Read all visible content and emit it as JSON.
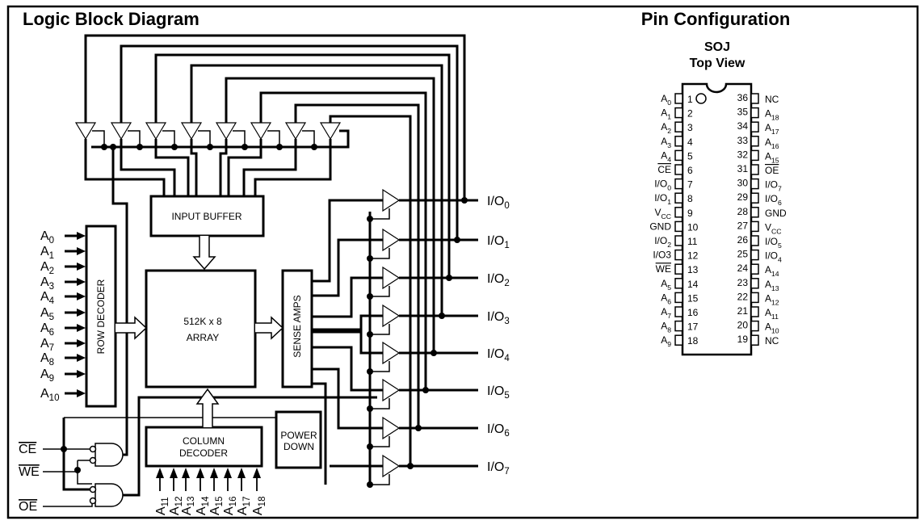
{
  "logic": {
    "title": "Logic Block Diagram",
    "blocks": {
      "input_buffer": "INPUT BUFFER",
      "array_line1": "512K x 8",
      "array_line2": "ARRAY",
      "row_decoder": "ROW DECODER",
      "sense_amps": "SENSE AMPS",
      "column_decoder_line1": "COLUMN",
      "column_decoder_line2": "DECODER",
      "power_down_line1": "POWER",
      "power_down_line2": "DOWN"
    },
    "row_address_inputs": [
      {
        "base": "A",
        "sub": "0"
      },
      {
        "base": "A",
        "sub": "1"
      },
      {
        "base": "A",
        "sub": "2"
      },
      {
        "base": "A",
        "sub": "3"
      },
      {
        "base": "A",
        "sub": "4"
      },
      {
        "base": "A",
        "sub": "5"
      },
      {
        "base": "A",
        "sub": "6"
      },
      {
        "base": "A",
        "sub": "7"
      },
      {
        "base": "A",
        "sub": "8"
      },
      {
        "base": "A",
        "sub": "9"
      },
      {
        "base": "A",
        "sub": "10"
      }
    ],
    "column_address_inputs": [
      {
        "base": "A",
        "sub": "11"
      },
      {
        "base": "A",
        "sub": "12"
      },
      {
        "base": "A",
        "sub": "13"
      },
      {
        "base": "A",
        "sub": "14"
      },
      {
        "base": "A",
        "sub": "15"
      },
      {
        "base": "A",
        "sub": "16"
      },
      {
        "base": "A",
        "sub": "17"
      },
      {
        "base": "A",
        "sub": "18"
      }
    ],
    "control_inputs": [
      {
        "label": "CE",
        "active_low": true
      },
      {
        "label": "WE",
        "active_low": true
      },
      {
        "label": "OE",
        "active_low": true
      }
    ],
    "io_outputs": [
      {
        "base": "I/O",
        "sub": "0"
      },
      {
        "base": "I/O",
        "sub": "1"
      },
      {
        "base": "I/O",
        "sub": "2"
      },
      {
        "base": "I/O",
        "sub": "3"
      },
      {
        "base": "I/O",
        "sub": "4"
      },
      {
        "base": "I/O",
        "sub": "5"
      },
      {
        "base": "I/O",
        "sub": "6"
      },
      {
        "base": "I/O",
        "sub": "7"
      }
    ]
  },
  "pins": {
    "title": "Pin Configuration",
    "package": "SOJ",
    "view": "Top View",
    "left": [
      {
        "num": "1",
        "base": "A",
        "sub": "0"
      },
      {
        "num": "2",
        "base": "A",
        "sub": "1"
      },
      {
        "num": "3",
        "base": "A",
        "sub": "2"
      },
      {
        "num": "4",
        "base": "A",
        "sub": "3"
      },
      {
        "num": "5",
        "base": "A",
        "sub": "4"
      },
      {
        "num": "6",
        "base": "CE",
        "sub": "",
        "overline": true
      },
      {
        "num": "7",
        "base": "I/O",
        "sub": "0"
      },
      {
        "num": "8",
        "base": "I/O",
        "sub": "1"
      },
      {
        "num": "9",
        "base": "V",
        "sub": "CC"
      },
      {
        "num": "10",
        "base": "GND",
        "sub": ""
      },
      {
        "num": "11",
        "base": "I/O",
        "sub": "2"
      },
      {
        "num": "12",
        "base": "I/O3",
        "sub": ""
      },
      {
        "num": "13",
        "base": "WE",
        "sub": "",
        "overline": true
      },
      {
        "num": "14",
        "base": "A",
        "sub": "5"
      },
      {
        "num": "15",
        "base": "A",
        "sub": "6"
      },
      {
        "num": "16",
        "base": "A",
        "sub": "7"
      },
      {
        "num": "17",
        "base": "A",
        "sub": "8"
      },
      {
        "num": "18",
        "base": "A",
        "sub": "9"
      }
    ],
    "right": [
      {
        "num": "36",
        "base": "NC",
        "sub": ""
      },
      {
        "num": "35",
        "base": "A",
        "sub": "18"
      },
      {
        "num": "34",
        "base": "A",
        "sub": "17"
      },
      {
        "num": "33",
        "base": "A",
        "sub": "16"
      },
      {
        "num": "32",
        "base": "A",
        "sub": "15"
      },
      {
        "num": "31",
        "base": "OE",
        "sub": "",
        "overline": true
      },
      {
        "num": "30",
        "base": "I/O",
        "sub": "7"
      },
      {
        "num": "29",
        "base": "I/O",
        "sub": "6"
      },
      {
        "num": "28",
        "base": "GND",
        "sub": ""
      },
      {
        "num": "27",
        "base": "V",
        "sub": "CC"
      },
      {
        "num": "26",
        "base": "I/O",
        "sub": "5"
      },
      {
        "num": "25",
        "base": "I/O",
        "sub": "4"
      },
      {
        "num": "24",
        "base": "A",
        "sub": "14"
      },
      {
        "num": "23",
        "base": "A",
        "sub": "13"
      },
      {
        "num": "22",
        "base": "A",
        "sub": "12"
      },
      {
        "num": "21",
        "base": "A",
        "sub": "11"
      },
      {
        "num": "20",
        "base": "A",
        "sub": "10"
      },
      {
        "num": "19",
        "base": "NC",
        "sub": ""
      }
    ]
  }
}
